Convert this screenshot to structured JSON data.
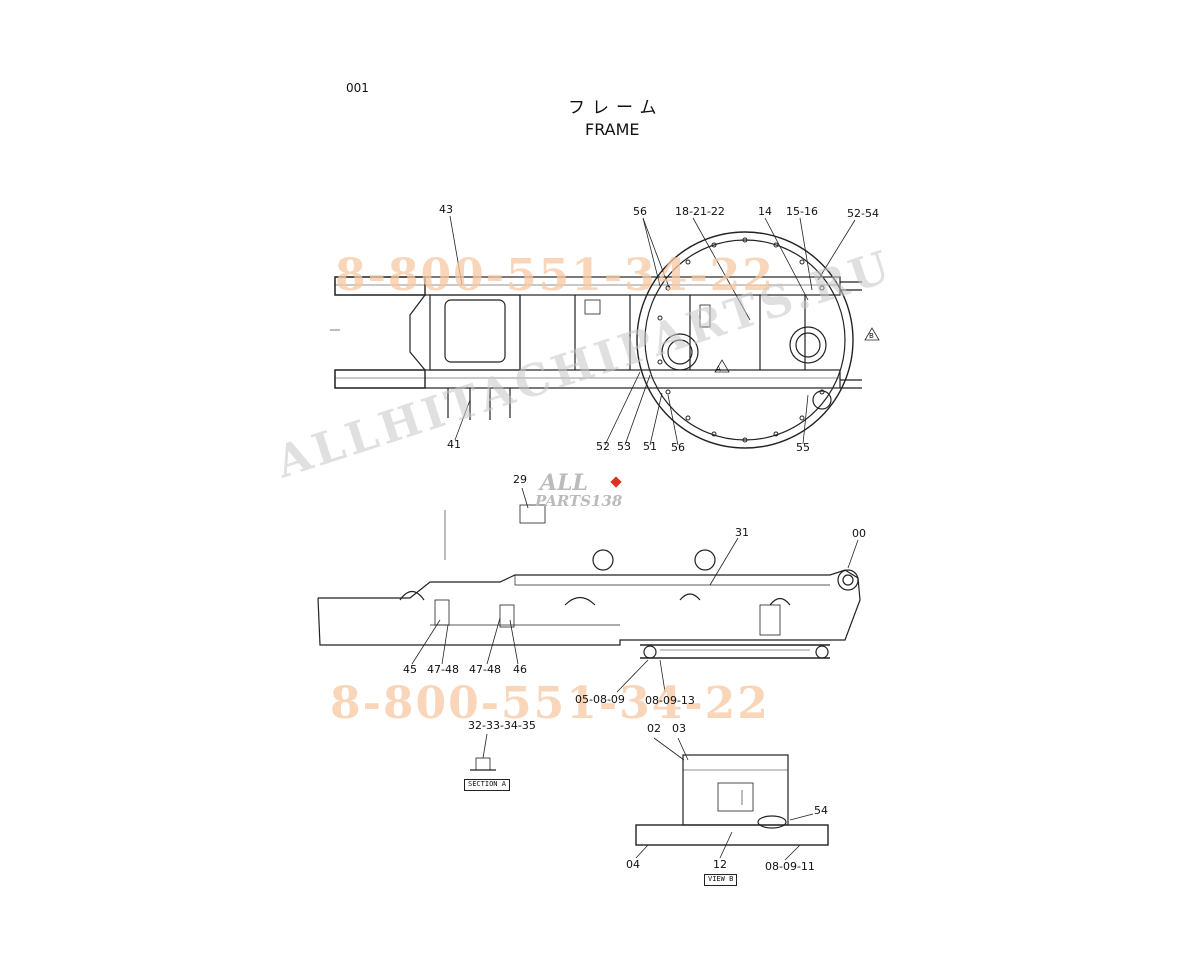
{
  "page_number": "001",
  "title_jp": "フレーム",
  "title_en": "FRAME",
  "callouts_top": {
    "c43": "43",
    "c56a": "56",
    "c18_21_22": "18-21-22",
    "c14": "14",
    "c15_16": "15-16",
    "c52_54": "52-54",
    "c41": "41",
    "c52": "52",
    "c53": "53",
    "c51": "51",
    "c56b": "56",
    "c55": "55"
  },
  "callouts_side": {
    "c29": "29",
    "c31": "31",
    "c00": "00",
    "c45": "45",
    "c47_48a": "47-48",
    "c47_48b": "47-48",
    "c46": "46",
    "c05_08_09": "05-08-09",
    "c08_09_13": "08-09-13"
  },
  "callouts_detail": {
    "c32_33_34_35": "32-33-34-35",
    "c02": "02",
    "c03": "03",
    "c54": "54",
    "c04": "04",
    "c12": "12",
    "c08_09_11": "08-09-11"
  },
  "views": {
    "section_a": "SECTION A",
    "view_b": "VIEW B",
    "marker_a": "A",
    "marker_b": "B"
  },
  "watermarks": {
    "phone": "8-800-551-34-22",
    "site": "ALLHITACHIPARTS.RU",
    "brand_top": "ALL",
    "brand_bottom": "PARTS138"
  }
}
